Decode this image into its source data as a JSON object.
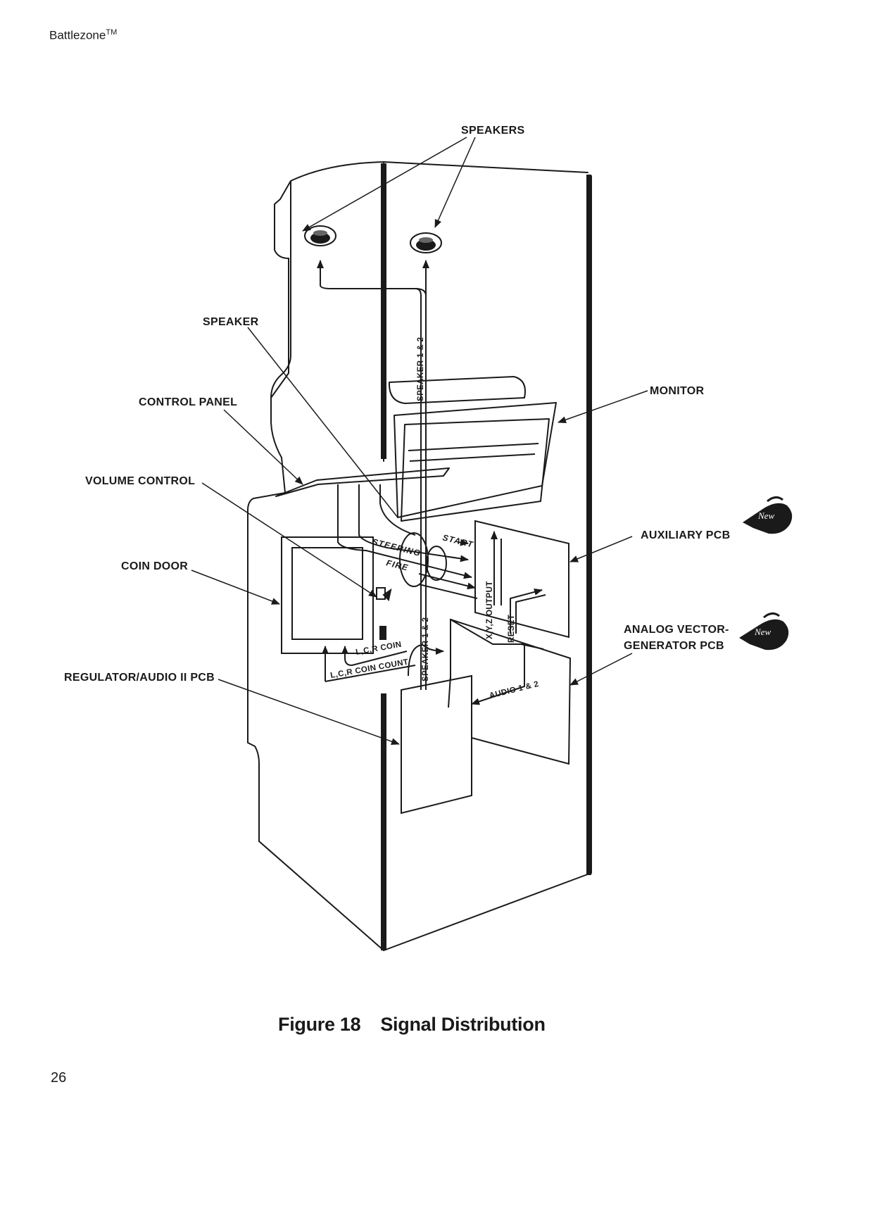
{
  "header": {
    "title": "Battlezone",
    "tm": "TM"
  },
  "page_number": "26",
  "caption": {
    "figure": "Figure 18",
    "title": "Signal Distribution"
  },
  "callouts": {
    "speakers": "SPEAKERS",
    "speaker": "SPEAKER",
    "control_panel": "CONTROL PANEL",
    "volume_control": "VOLUME CONTROL",
    "coin_door": "COIN DOOR",
    "regulator": "REGULATOR/AUDIO II PCB",
    "monitor": "MONITOR",
    "auxiliary": "AUXILIARY PCB",
    "avg_line1": "ANALOG VECTOR-",
    "avg_line2": "GENERATOR PCB"
  },
  "wires": {
    "speaker12_top": "SPEAKER 1 & 2",
    "speaker12_bottom": "SPEAKER 1 & 2",
    "steering": "STEERING",
    "fire": "FIRE",
    "start": "START",
    "xyz": "X,Y,Z OUTPUT",
    "reset": "RESET",
    "lcr_coin": "L,C,R COIN",
    "lcr_coin_count": "L,C,R COIN COUNT",
    "audio12": "AUDIO 1 & 2"
  },
  "badges": {
    "new_auxiliary": "New",
    "new_avg": "New"
  },
  "icons": [
    "speaker-icon",
    "pointing-hand-icon"
  ]
}
